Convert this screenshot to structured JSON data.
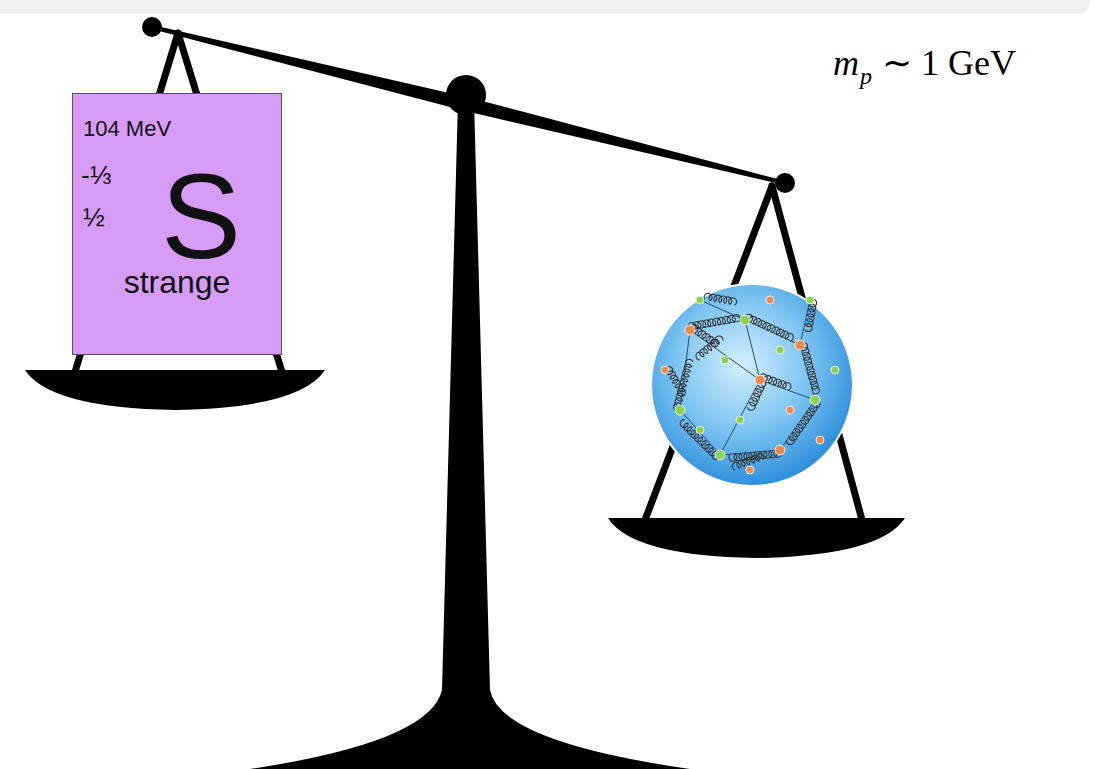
{
  "diagram": {
    "nodes": [
      {
        "text": [
          "104 MeV",
          "-⅓",
          "½",
          "S",
          "strange"
        ]
      }
    ],
    "labels": [
      "m",
      "p",
      "∼ 1 GeV"
    ]
  }
}
